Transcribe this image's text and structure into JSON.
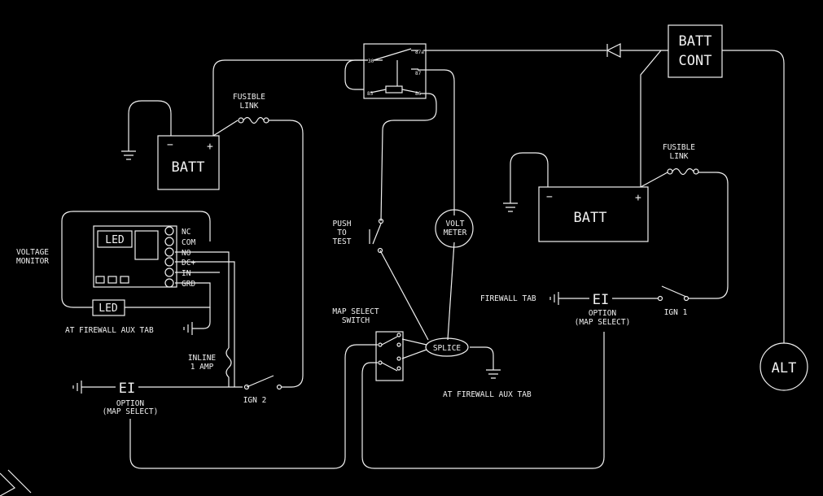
{
  "labels": {
    "batt_left": "BATT",
    "batt_right": "BATT",
    "batt_cont": [
      "BATT",
      "CONT"
    ],
    "alt": "ALT",
    "fusible_link_left": [
      "FUSIBLE",
      "LINK"
    ],
    "fusible_link_right": [
      "FUSIBLE",
      "LINK"
    ],
    "voltage_monitor": [
      "VOLTAGE",
      "MONITOR"
    ],
    "led_module": "LED",
    "led_remote": "LED",
    "terminals": [
      "NC",
      "COM",
      "NO",
      "DC+",
      "IN",
      "GRD"
    ],
    "at_firewall_aux_tab_left": "AT FIREWALL AUX TAB",
    "at_firewall_aux_tab_right": "AT FIREWALL AUX TAB",
    "inline_fuse": [
      "INLINE",
      "1 AMP"
    ],
    "ign2": "IGN 2",
    "ign1": "IGN 1",
    "ei_left": "EI",
    "ei_right": "EI",
    "option_left": [
      "OPTION",
      "(MAP SELECT)"
    ],
    "option_right": [
      "OPTION",
      "(MAP SELECT)"
    ],
    "push_to_test": [
      "PUSH",
      "TO",
      "TEST"
    ],
    "volt_meter": [
      "VOLT",
      "METER"
    ],
    "map_select_switch": [
      "MAP SELECT",
      "SWITCH"
    ],
    "splice": "SPLICE",
    "firewall_tab": "FIREWALL TAB",
    "relay_pins": [
      "30",
      "87a",
      "87",
      "85",
      "86"
    ],
    "plus": "+",
    "minus": "−"
  },
  "colors": {
    "background": "#000000",
    "line": "#f0f0f0"
  }
}
